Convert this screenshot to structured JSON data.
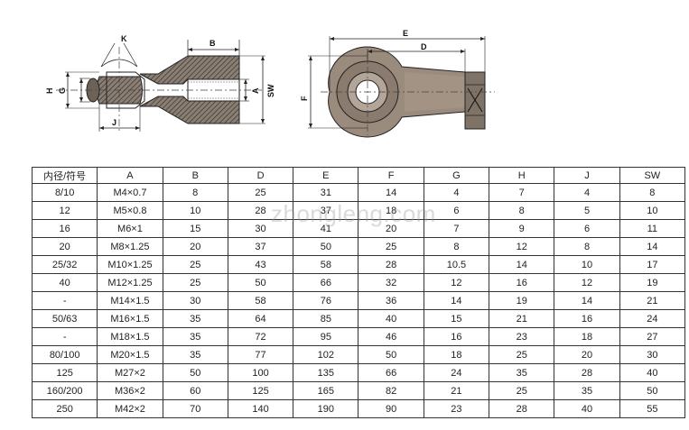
{
  "drawing": {
    "dimension_labels": {
      "K": "K",
      "B": "B",
      "H": "H",
      "G": "G",
      "A": "A",
      "SW": "SW",
      "J": "J",
      "E": "E",
      "D": "D",
      "F": "F"
    }
  },
  "watermark": "zhongleng.com",
  "table": {
    "headers": [
      "内径/符号",
      "A",
      "B",
      "D",
      "E",
      "F",
      "G",
      "H",
      "J",
      "SW"
    ],
    "rows": [
      [
        "8/10",
        "M4×0.7",
        "8",
        "25",
        "31",
        "14",
        "4",
        "7",
        "4",
        "8"
      ],
      [
        "12",
        "M5×0.8",
        "10",
        "28",
        "37",
        "18",
        "6",
        "8",
        "5",
        "10"
      ],
      [
        "16",
        "M6×1",
        "15",
        "30",
        "41",
        "20",
        "7",
        "9",
        "6",
        "11"
      ],
      [
        "20",
        "M8×1.25",
        "20",
        "37",
        "50",
        "25",
        "8",
        "12",
        "8",
        "14"
      ],
      [
        "25/32",
        "M10×1.25",
        "25",
        "43",
        "58",
        "28",
        "10.5",
        "14",
        "10",
        "17"
      ],
      [
        "40",
        "M12×1.25",
        "25",
        "50",
        "66",
        "32",
        "12",
        "16",
        "12",
        "19"
      ],
      [
        "-",
        "M14×1.5",
        "30",
        "58",
        "76",
        "36",
        "14",
        "19",
        "14",
        "21"
      ],
      [
        "50/63",
        "M16×1.5",
        "35",
        "64",
        "85",
        "40",
        "15",
        "21",
        "16",
        "24"
      ],
      [
        "-",
        "M18×1.5",
        "35",
        "72",
        "95",
        "46",
        "16",
        "23",
        "18",
        "27"
      ],
      [
        "80/100",
        "M20×1.5",
        "35",
        "77",
        "102",
        "50",
        "18",
        "25",
        "20",
        "30"
      ],
      [
        "125",
        "M27×2",
        "50",
        "100",
        "135",
        "66",
        "24",
        "35",
        "28",
        "40"
      ],
      [
        "160/200",
        "M36×2",
        "60",
        "125",
        "165",
        "82",
        "21",
        "25",
        "35",
        "50"
      ],
      [
        "250",
        "M42×2",
        "70",
        "140",
        "190",
        "90",
        "23",
        "28",
        "40",
        "55"
      ]
    ]
  }
}
